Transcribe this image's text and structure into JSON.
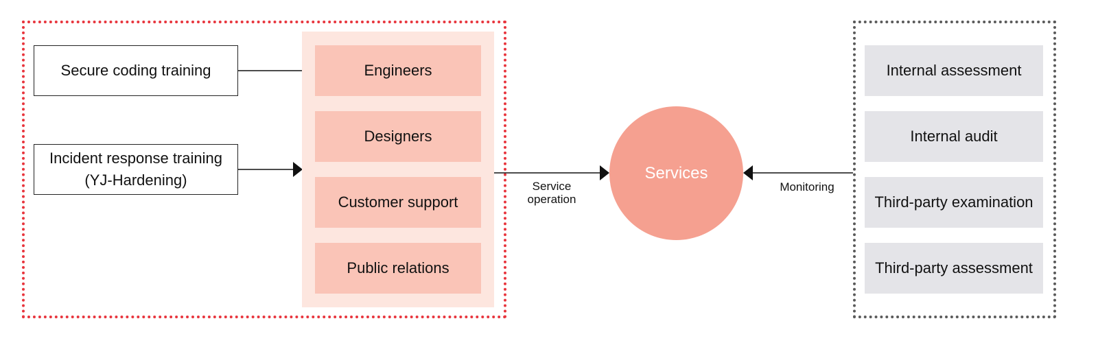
{
  "training": [
    {
      "label": "Secure coding training"
    },
    {
      "label": "Incident response training\n(YJ-Hardening)"
    }
  ],
  "teams": [
    {
      "label": "Engineers"
    },
    {
      "label": "Designers"
    },
    {
      "label": "Customer support"
    },
    {
      "label": "Public relations"
    }
  ],
  "services": {
    "label": "Services"
  },
  "monitoring_items": [
    {
      "label": "Internal assessment"
    },
    {
      "label": "Internal audit"
    },
    {
      "label": "Third-party examination"
    },
    {
      "label": "Third-party assessment"
    }
  ],
  "edges": {
    "service_operation": "Service\noperation",
    "monitoring": "Monitoring"
  },
  "colors": {
    "left_border": "#e8353d",
    "right_border": "#5a5a5a",
    "team_panel": "#fde6df",
    "team_item": "#fac4b7",
    "services": "#f5a090",
    "monitor_item": "#e4e4e8"
  }
}
